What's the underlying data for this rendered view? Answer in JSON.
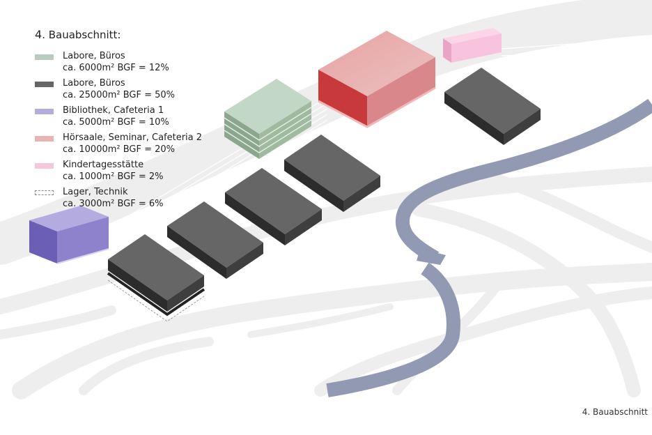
{
  "legend": {
    "number": "4",
    "title": ". Bauabschnitt:",
    "items": [
      {
        "line1": "Labore, Büros",
        "line2": "ca. 6000m² BGF = 12%",
        "color": "#b9cbbf"
      },
      {
        "line1": "Labore, Büros",
        "line2": "ca. 25000m² BGF = 50%",
        "color": "#666666"
      },
      {
        "line1": "Bibliothek, Cafeteria 1",
        "line2": "ca. 5000m² BGF = 10%",
        "color": "#b6addb"
      },
      {
        "line1": "Hörsaale, Seminar, Cafeteria 2",
        "line2": "ca. 10000m² BGF = 20%",
        "color": "#e8b5b6"
      },
      {
        "line1": "Kindertagesstätte",
        "line2": "ca. 1000m² BGF = 2%",
        "color": "#f7c6dd"
      },
      {
        "line1": "Lager, Technik",
        "line2": "ca. 3000m² BGF = 6%",
        "color": "none"
      }
    ]
  },
  "footer": {
    "label": "4. Bauabschnitt"
  },
  "colors": {
    "road": "#eeeeee",
    "river": "#9299b3",
    "office_gray": "#595959",
    "lab_green": "#9fba9f",
    "library_purple": "#8e82cc",
    "lecture_red": "#d44a4c",
    "kita_pink": "#f8c4dd"
  }
}
